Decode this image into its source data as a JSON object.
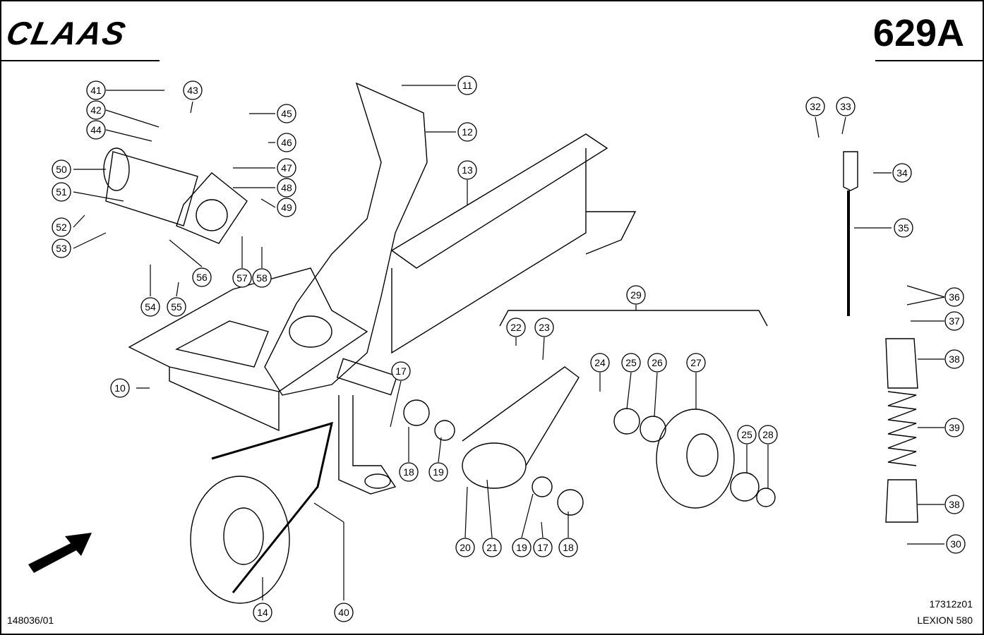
{
  "header": {
    "brand": "CLAAS",
    "page_code": "629A"
  },
  "footer": {
    "left_code": "148036/01",
    "drawing_no": "17312z01",
    "model": "LEXION 580"
  },
  "callouts": [
    "10",
    "11",
    "12",
    "13",
    "14",
    "17",
    "17",
    "18",
    "18",
    "19",
    "19",
    "20",
    "21",
    "22",
    "23",
    "24",
    "25",
    "25",
    "26",
    "27",
    "28",
    "29",
    "30",
    "32",
    "33",
    "34",
    "35",
    "36",
    "37",
    "38",
    "38",
    "39",
    "40",
    "41",
    "42",
    "43",
    "44",
    "45",
    "46",
    "47",
    "48",
    "49",
    "50",
    "51",
    "52",
    "53",
    "54",
    "55",
    "56",
    "57",
    "58"
  ],
  "colors": {
    "ink": "#000000",
    "paper": "#ffffff"
  }
}
